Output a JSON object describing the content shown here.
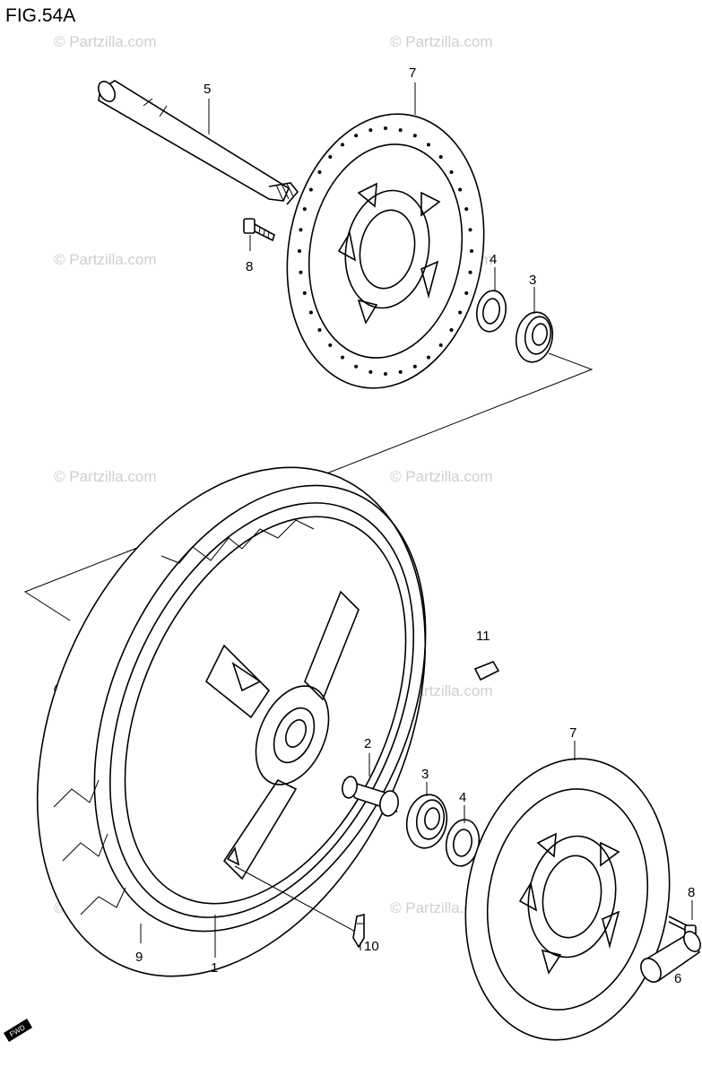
{
  "figure": {
    "title": "FIG.54A"
  },
  "watermark": {
    "text": "© Partzilla.com"
  },
  "parts": {
    "p1": "1",
    "p2": "2",
    "p3a": "3",
    "p3b": "3",
    "p4a": "4",
    "p4b": "4",
    "p5": "5",
    "p6": "6",
    "p7a": "7",
    "p7b": "7",
    "p8a": "8",
    "p8b": "8",
    "p9": "9",
    "p10": "10",
    "p11": "11"
  },
  "badge": {
    "text": "FWD"
  },
  "colors": {
    "ink": "#000000",
    "watermark": "#cfcfcf",
    "background": "#ffffff"
  }
}
